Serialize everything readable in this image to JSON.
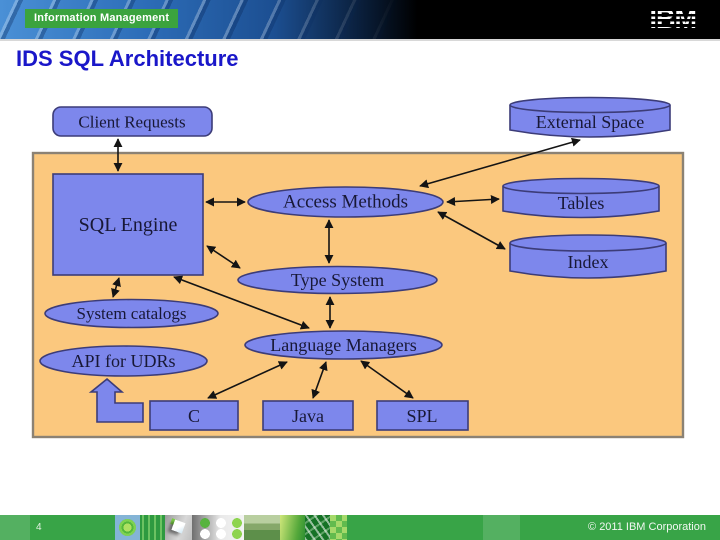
{
  "header": {
    "badge": "Information Management",
    "logo": "IBM",
    "title": "IDS SQL Architecture"
  },
  "diagram": {
    "nodes": {
      "client_requests": {
        "label": "Client Requests",
        "shape": "rounded-rect"
      },
      "external_space": {
        "label": "External Space",
        "shape": "cylinder"
      },
      "sql_engine": {
        "label": "SQL Engine",
        "shape": "rect"
      },
      "access_methods": {
        "label": "Access Methods",
        "shape": "ellipse"
      },
      "tables": {
        "label": "Tables",
        "shape": "cylinder"
      },
      "index": {
        "label": "Index",
        "shape": "cylinder"
      },
      "type_system": {
        "label": "Type System",
        "shape": "ellipse"
      },
      "system_catalogs": {
        "label": "System catalogs",
        "shape": "ellipse"
      },
      "api_for_udrs": {
        "label": "API for UDRs",
        "shape": "ellipse"
      },
      "language_managers": {
        "label": "Language Managers",
        "shape": "ellipse"
      },
      "c_lang": {
        "label": "C",
        "shape": "rect"
      },
      "java_lang": {
        "label": "Java",
        "shape": "rect"
      },
      "spl_lang": {
        "label": "SPL",
        "shape": "rect"
      }
    },
    "edges": [
      {
        "from": "client_requests",
        "to": "sql_engine",
        "type": "double-arrow"
      },
      {
        "from": "sql_engine",
        "to": "access_methods",
        "type": "double-arrow"
      },
      {
        "from": "access_methods",
        "to": "external_space",
        "type": "double-arrow"
      },
      {
        "from": "access_methods",
        "to": "tables",
        "type": "double-arrow"
      },
      {
        "from": "access_methods",
        "to": "index",
        "type": "double-arrow"
      },
      {
        "from": "access_methods",
        "to": "type_system",
        "type": "double-arrow"
      },
      {
        "from": "sql_engine",
        "to": "type_system",
        "type": "double-arrow"
      },
      {
        "from": "sql_engine",
        "to": "language_managers",
        "type": "double-arrow"
      },
      {
        "from": "sql_engine",
        "to": "system_catalogs",
        "type": "double-arrow"
      },
      {
        "from": "type_system",
        "to": "language_managers",
        "type": "double-arrow"
      },
      {
        "from": "language_managers",
        "to": "c_lang",
        "type": "double-arrow"
      },
      {
        "from": "language_managers",
        "to": "java_lang",
        "type": "double-arrow"
      },
      {
        "from": "language_managers",
        "to": "spl_lang",
        "type": "double-arrow"
      },
      {
        "from": "c_lang",
        "to": "api_for_udrs",
        "type": "block-bent-arrow"
      }
    ],
    "colors": {
      "node_fill": "#7d87ec",
      "node_border": "#3c3c78",
      "panel_fill": "#fbc87e",
      "panel_border": "#8b8274",
      "edge": "#141414"
    }
  },
  "footer": {
    "page_number": "4",
    "copyright": "© 2011 IBM Corporation"
  }
}
